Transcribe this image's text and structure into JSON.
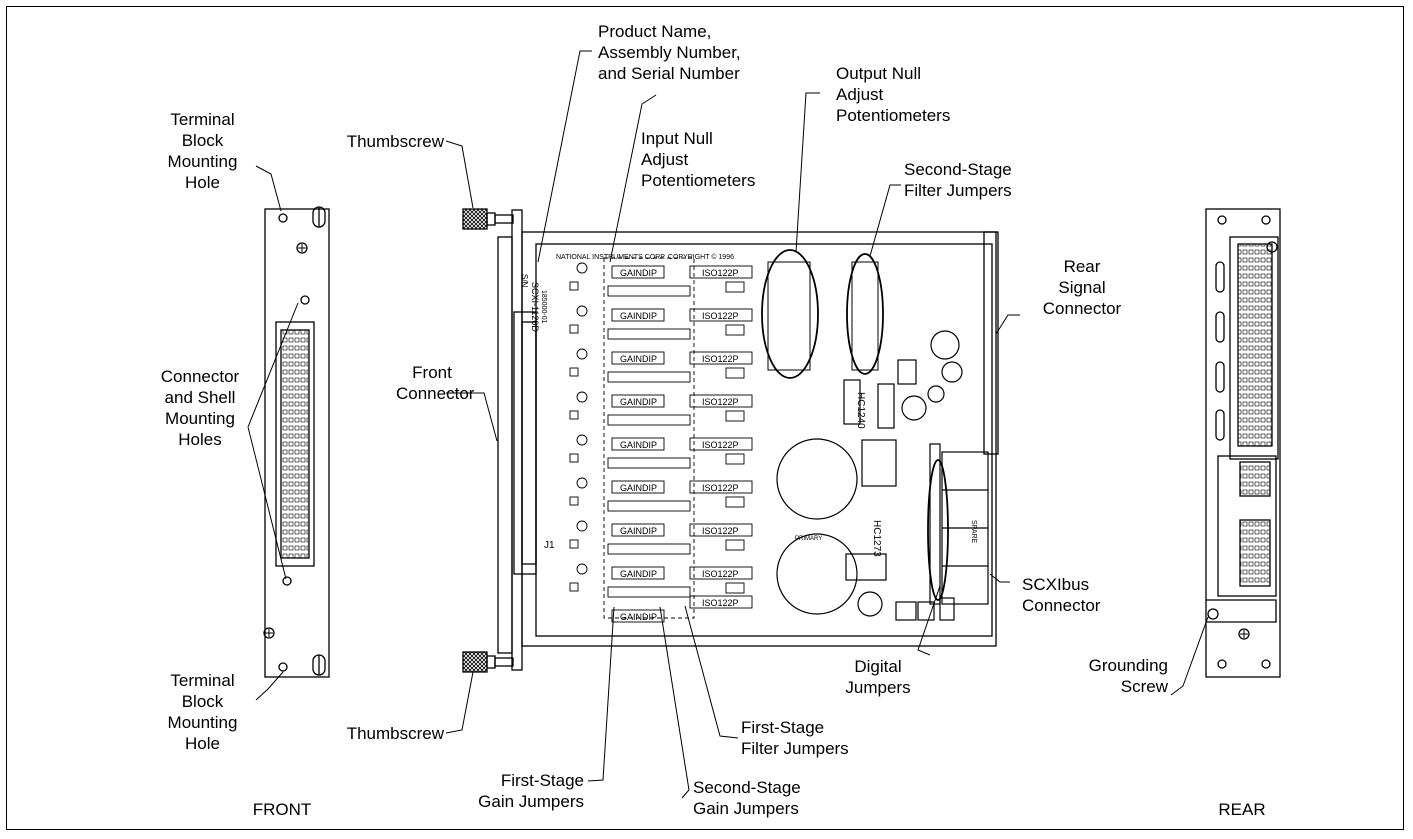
{
  "labels": {
    "terminal_block_top": [
      "Terminal",
      "Block",
      "Mounting",
      "Hole"
    ],
    "terminal_block_bottom": [
      "Terminal",
      "Block",
      "Mounting",
      "Hole"
    ],
    "connector_shell": [
      "Connector",
      "and Shell",
      "Mounting",
      "Holes"
    ],
    "thumbscrew_top": "Thumbscrew",
    "thumbscrew_bottom": "Thumbscrew",
    "product_name": [
      "Product Name,",
      "Assembly Number,",
      "and Serial Number"
    ],
    "input_null": [
      "Input Null",
      "Adjust",
      "Potentiometers"
    ],
    "output_null": [
      "Output Null",
      "Adjust",
      "Potentiometers"
    ],
    "second_stage_filter": [
      "Second-Stage",
      "Filter Jumpers"
    ],
    "front_connector": [
      "Front",
      "Connector"
    ],
    "rear_signal": [
      "Rear",
      "Signal",
      "Connector"
    ],
    "scxibus": [
      "SCXIbus",
      "Connector"
    ],
    "grounding": [
      "Grounding",
      "Screw"
    ],
    "digital_jumpers": [
      "Digital",
      "Jumpers"
    ],
    "first_stage_filter": [
      "First-Stage",
      "Filter Jumpers"
    ],
    "first_stage_gain": [
      "First-Stage",
      "Gain Jumpers"
    ],
    "second_stage_gain": [
      "Second-Stage",
      "Gain Jumpers"
    ],
    "front": "FRONT",
    "rear": "REAR"
  },
  "board": {
    "header": "NATIONAL INSTRUMENTS CORP. COPYRIGHT © 1996",
    "model": "SCXI-1120D",
    "assembly": "185000-01",
    "sn": "S/N",
    "gaindip": "GAINDIP",
    "iso": "ISO122P",
    "primary": "PRIMARY",
    "hc1": "HC1273",
    "hc2": "HC1240",
    "spare": "SPARE",
    "j1": "J1"
  }
}
